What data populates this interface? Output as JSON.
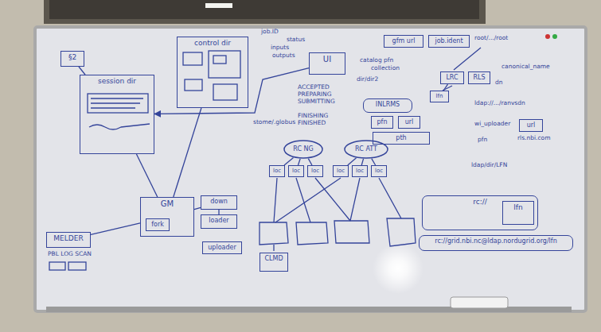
{
  "diagram": {
    "nodes": [
      {
        "text": [
          "§2"
        ]
      },
      {
        "text": [
          "session dir"
        ]
      },
      {
        "text": [
          "control dir"
        ]
      },
      {
        "text": [
          "UI"
        ]
      },
      {
        "text": [
          "GM"
        ]
      },
      {
        "text": [
          "fork"
        ],
        "in": 4
      },
      {
        "text": [
          "down"
        ]
      },
      {
        "text": [
          "loader"
        ]
      },
      {
        "text": [
          "uploader"
        ]
      },
      {
        "text": [
          "MELDER"
        ]
      },
      {
        "text": [
          "RC NG"
        ]
      },
      {
        "text": [
          "RC ATT"
        ]
      },
      {
        "text": [
          "loc"
        ]
      },
      {
        "text": [
          "loc"
        ]
      },
      {
        "text": [
          "loc"
        ]
      },
      {
        "text": [
          "loc"
        ]
      },
      {
        "text": [
          "loc"
        ]
      },
      {
        "text": [
          "loc"
        ]
      },
      {
        "text": [
          "CLMD"
        ]
      },
      {
        "text": [
          "INLRMS"
        ]
      },
      {
        "text": [
          "pfn"
        ]
      },
      {
        "text": [
          "url"
        ]
      },
      {
        "text": [
          "pth"
        ]
      },
      {
        "text": [
          "gfm url"
        ]
      },
      {
        "text": [
          "job.ident"
        ]
      },
      {
        "text": [
          "LRC"
        ]
      },
      {
        "text": [
          "RLS"
        ]
      },
      {
        "text": [
          "lfn"
        ]
      },
      {
        "text": [
          "url"
        ]
      },
      {
        "text": [
          "rc://"
        ]
      },
      {
        "text": [
          "lfn"
        ],
        "in": 29
      },
      {
        "text": [
          "rc://grid.nbi.nc@ldap.nordugrid.org/lfn"
        ]
      }
    ],
    "edges": [
      {
        "from": 0,
        "to": 1,
        "arrow": "none"
      },
      {
        "from": 4,
        "to": 1,
        "arrow": "none"
      },
      {
        "from": 4,
        "to": 2,
        "arrow": "none"
      },
      {
        "from": 4,
        "to": 9,
        "arrow": "none"
      },
      {
        "from": 3,
        "to": 1,
        "arrow": "to"
      },
      {
        "from": 10,
        "to": 12,
        "arrow": "none"
      },
      {
        "from": 10,
        "to": 13,
        "arrow": "none"
      },
      {
        "from": 10,
        "to": 14,
        "arrow": "none"
      },
      {
        "from": 11,
        "to": 15,
        "arrow": "none"
      },
      {
        "from": 11,
        "to": 16,
        "arrow": "none"
      },
      {
        "from": 11,
        "to": 17,
        "arrow": "none"
      },
      {
        "from": 4,
        "to": 6,
        "arrow": "none"
      },
      {
        "from": 6,
        "to": 7,
        "arrow": "none"
      },
      {
        "from": 25,
        "to": 27,
        "arrow": "none"
      }
    ],
    "labels": [
      "job.ID",
      "status",
      "inputs",
      "outputs",
      "ACCEPTED",
      "PREPARING",
      "SUBMITTING",
      "FINISHING",
      "FINISHED",
      "stome/.globus",
      "PBL LOG SCAN",
      "catalog pfn",
      "collection",
      "dir/dir2",
      "root/.../root",
      "canonical_name",
      "ldap://.../ranvsdn",
      "wi_uploader",
      "pfn",
      "rls.nbi.com",
      "ldap/dir/LFN",
      "dn"
    ]
  }
}
